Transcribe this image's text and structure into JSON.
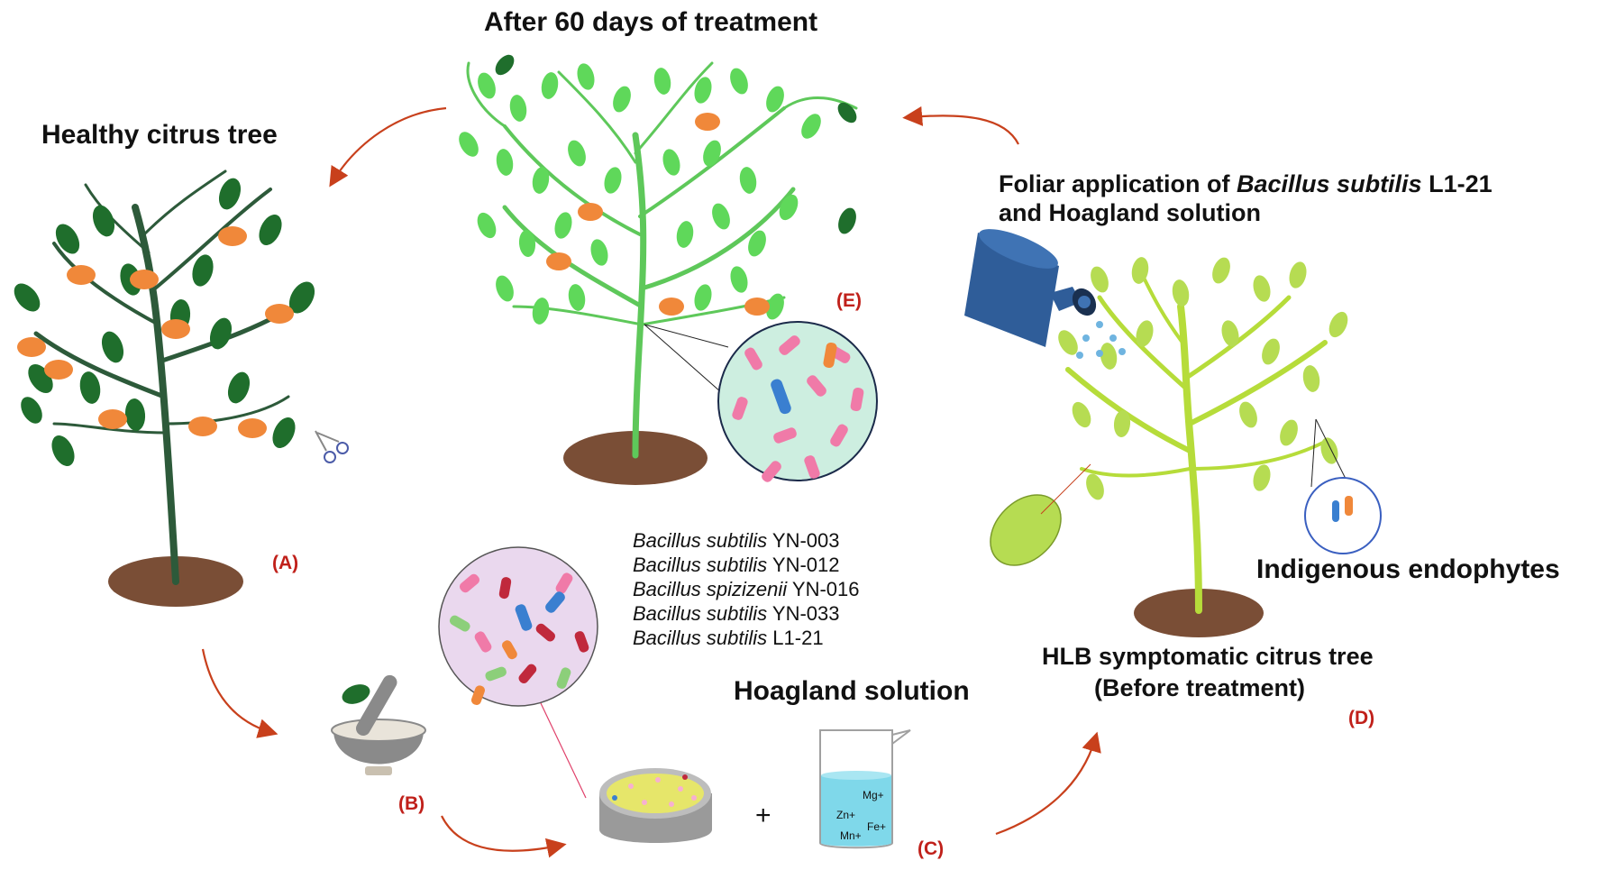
{
  "titles": {
    "after_treatment": "After 60 days of treatment",
    "healthy": "Healthy citrus tree",
    "foliar_line1_prefix": "Foliar application of ",
    "foliar_line1_species": "Bacillus subtilis",
    "foliar_line1_suffix": " L1-21",
    "foliar_line2": "and Hoagland solution",
    "hoagland": "Hoagland solution",
    "indigenous": "Indigenous endophytes",
    "hlb_line1": "HLB symptomatic citrus tree",
    "hlb_line2": "(Before treatment)"
  },
  "panel_labels": {
    "a": "(A)",
    "b": "(B)",
    "c": "(C)",
    "d": "(D)",
    "e": "(E)"
  },
  "strains": [
    {
      "species": "Bacillus subtilis",
      "code": "YN-003"
    },
    {
      "species": "Bacillus subtilis",
      "code": "YN-012"
    },
    {
      "species": "Bacillus spizizenii",
      "code": "YN-016"
    },
    {
      "species": "Bacillus subtilis",
      "code": "YN-033"
    },
    {
      "species": "Bacillus subtilis",
      "code": "L1-21"
    }
  ],
  "ions": {
    "mg": "Mg+",
    "zn": "Zn+",
    "fe": "Fe+",
    "mn": "Mn+"
  },
  "plus_sign": "+",
  "colors": {
    "label_red": "#c0201a",
    "arrow": "#c8401c",
    "healthy_leaf": "#1f6e2c",
    "treated_leaf": "#5fd85a",
    "symptomatic_leaf": "#b6dc52",
    "fruit": "#f0883a",
    "soil": "#7a4e36",
    "micro_circle_e": "#cdeee0",
    "micro_circle_b": "#ead8ee",
    "can": "#2f5d99",
    "beaker_liquid": "#7fd8ea",
    "dish_agar": "#e6e66a"
  }
}
